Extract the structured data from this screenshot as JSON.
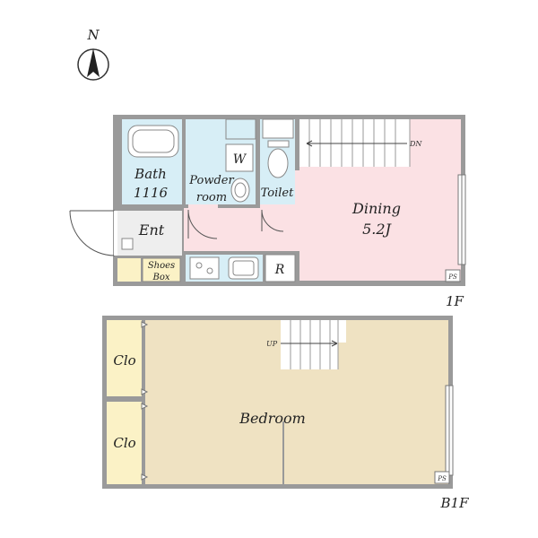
{
  "compass": {
    "letter": "N"
  },
  "floor_1f": {
    "level_label": "1F",
    "rooms": {
      "bath": "Bath",
      "bath_size": "1116",
      "powder_line1": "Powder",
      "powder_line2": "room",
      "washer": "W",
      "toilet": "Toilet",
      "dining": "Dining",
      "dining_size": "5.2J",
      "entrance": "Ent",
      "shoes_line1": "Shoes",
      "shoes_line2": "Box",
      "fridge": "R",
      "ps": "PS"
    },
    "stairs_label": "DN"
  },
  "floor_b1f": {
    "level_label": "B1F",
    "rooms": {
      "closet_top": "Clo",
      "closet_bottom": "Clo",
      "bedroom": "Bedroom",
      "ps": "PS"
    },
    "stairs_label": "UP"
  },
  "colors": {
    "wall": "#9a9a9a",
    "wet_area": "#d7eef6",
    "dining": "#fbe1e4",
    "entrance": "#eeeeee",
    "closet": "#fbf2c6",
    "bedroom": "#efe2c2",
    "stairs": "#ffffff"
  }
}
